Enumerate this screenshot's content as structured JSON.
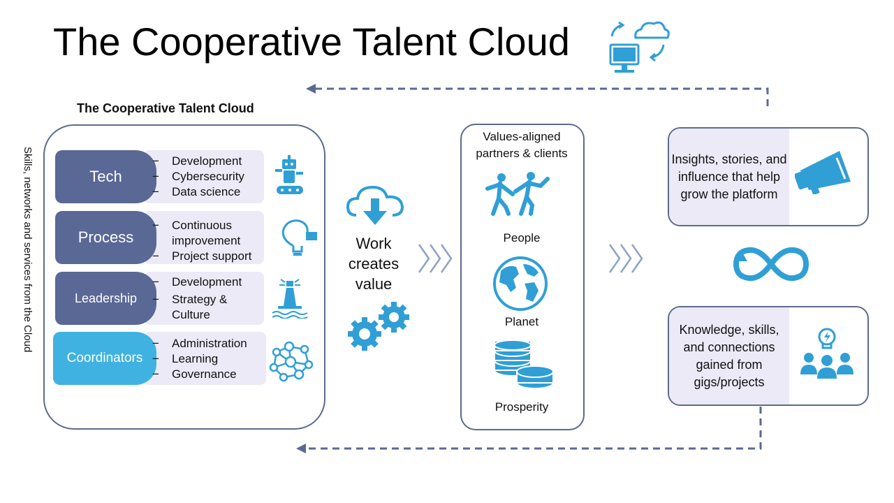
{
  "title": "The Cooperative Talent Cloud",
  "cloud_heading": "The Cooperative Talent Cloud",
  "side_label": "Skills, networks and services from the Cloud",
  "categories": [
    {
      "name": "Tech",
      "items": [
        "Development",
        "Cybersecurity",
        "Data science"
      ],
      "icon": "robot-icon"
    },
    {
      "name": "Process",
      "items": [
        "Continuous improvement",
        "Project support"
      ],
      "icon": "lightbulb-icon"
    },
    {
      "name": "Leadership",
      "items": [
        "Development",
        "Strategy & Culture"
      ],
      "icon": "lighthouse-icon"
    },
    {
      "name": "Coordinators",
      "items": [
        "Administration",
        "Learning",
        "Governance"
      ],
      "icon": "network-icon"
    }
  ],
  "center_text": "Work creates value",
  "values_box": {
    "title": "Values-aligned partners & clients",
    "items": [
      {
        "label": "People",
        "icon": "people-dancing-icon"
      },
      {
        "label": "Planet",
        "icon": "globe-icon"
      },
      {
        "label": "Prosperity",
        "icon": "coins-icon"
      }
    ]
  },
  "right_top": {
    "text": "Insights, stories, and influence that help grow the platform",
    "icon": "megaphone-icon"
  },
  "right_bottom": {
    "text": "Knowledge, skills, and connections gained from gigs/projects",
    "icon": "team-idea-icon"
  },
  "colors": {
    "dark_row": "#5a6896",
    "coordinator_row": "#3fb2e2",
    "light_row": "#eceaf6",
    "icon": "#2f9fd6",
    "border": "#5b6b8c",
    "arrow": "#5a6896"
  }
}
